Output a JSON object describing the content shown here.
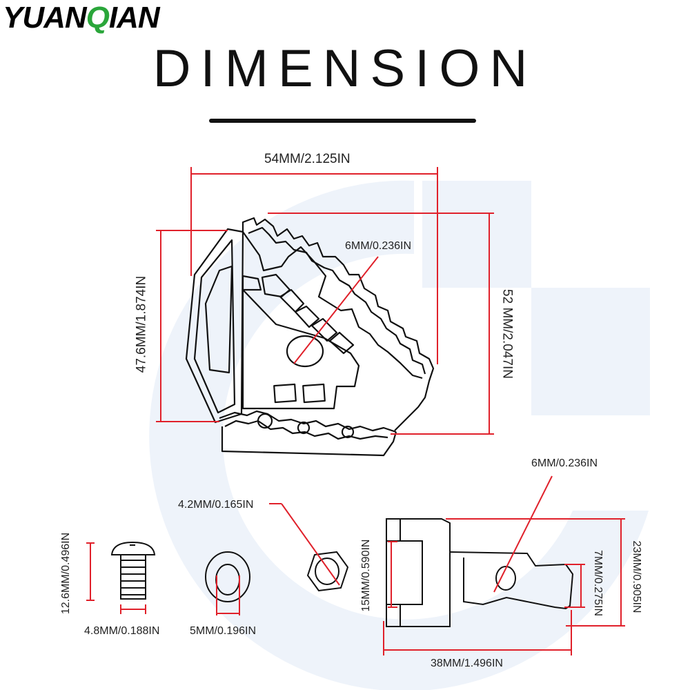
{
  "brand": {
    "logo_text_1": "YUAN",
    "logo_text_q": "Q",
    "logo_text_2": "IAN",
    "accent": "#2aa63a"
  },
  "title": "DIMENSION",
  "colors": {
    "dimension_line": "#e0202a",
    "outline": "#111111",
    "watermark": "#eef3fa"
  },
  "dimensions": {
    "width_top": "54MM/2.125IN",
    "height_left": "47.6MM/1.874IN",
    "height_right": "52 MM/2.047IN",
    "hole_main": "6MM/0.236IN",
    "bolt_length": "12.6MM/0.496IN",
    "bolt_diameter": "4.8MM/0.188IN",
    "washer_inner": "5MM/0.196IN",
    "nut_size": "4.2MM/0.165IN",
    "bracket_hole": "6MM/0.236IN",
    "bracket_height_inner": "15MM/0.590IN",
    "bracket_tab": "7MM/0.275IN",
    "bracket_height_total": "23MM/0.905IN",
    "bracket_length": "38MM/1.496IN"
  }
}
